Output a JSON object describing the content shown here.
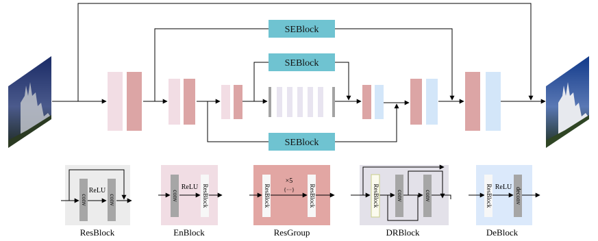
{
  "main": {
    "se_labels": [
      "SEBlock",
      "SEBlock",
      "SEBlock"
    ]
  },
  "legend": {
    "resblock": {
      "caption": "ResBlock",
      "relu": "ReLU",
      "conv1": "conv",
      "conv2": "conv"
    },
    "enblock": {
      "caption": "EnBlock",
      "conv": "conv",
      "relu": "ReLU",
      "resblock": "ResBlock"
    },
    "resgroup": {
      "caption": "ResGroup",
      "resblock1": "ResBlock",
      "resblock2": "ResBlock",
      "repeat": "×5",
      "ellipsis": "{···}"
    },
    "drblock": {
      "caption": "DRBlock",
      "resblock": "ResBlock",
      "conv1": "conv",
      "conv2": "conv"
    },
    "deblock": {
      "caption": "DeBlock",
      "resblock": "ResBlock",
      "relu": "ReLU",
      "deconv": "deconv"
    }
  },
  "colors": {
    "encoder_pink": "#f2dde4",
    "encoder_rose": "#dca5a5",
    "decoder_blue": "#d3e6f9",
    "seblock": "#6fc3d1",
    "resgroup_bar": "#e8e4f0",
    "resgroup_edge": "#a3a3a3",
    "conv_gray": "#a6a6a6",
    "panel_resblock": "#ececec",
    "panel_enblock": "#f1dde4",
    "panel_resgroup": "#e2a6a3",
    "panel_drblock": "#e3e1e9",
    "panel_deblock": "#dbe9fb"
  },
  "images": {
    "input": "castle-photo-blurry",
    "output": "castle-photo-restored"
  }
}
